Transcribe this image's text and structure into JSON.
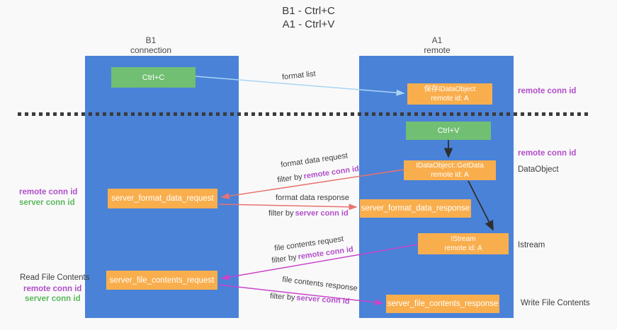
{
  "title": {
    "line1": "B1 - Ctrl+C",
    "line2": "A1 - Ctrl+V"
  },
  "lifelines": {
    "left": {
      "title": "B1",
      "subtitle": "connection"
    },
    "right": {
      "title": "A1",
      "subtitle": "remote"
    }
  },
  "boxes": {
    "ctrl_c": {
      "label": "Ctrl+C"
    },
    "ctrl_v": {
      "label": "Ctrl+V"
    },
    "save_dataobject": {
      "line1": "保存IDataObject",
      "line2": "remote id: A"
    },
    "getdata": {
      "line1": "IDataObject::GetData",
      "line2": "remote id: A"
    },
    "istream": {
      "line1": "IStream",
      "line2": "remote id: A"
    },
    "format_request": {
      "label": "server_format_data_request"
    },
    "format_response": {
      "label": "server_format_data_response"
    },
    "file_request": {
      "label": "server_file_contents_request"
    },
    "file_response": {
      "label": "server_file_contents_response"
    }
  },
  "labels": {
    "remote_conn_id": "remote conn id",
    "server_conn_id": "server conn id",
    "dataobject": "DataObject",
    "istream": "Istream",
    "read_file": "Read File Contents",
    "write_file": "Write File Contents"
  },
  "arrows": {
    "format_list": "format list",
    "format_data_request": "format data request",
    "format_data_response": "format data response",
    "file_contents_request": "file contents request",
    "file_contents_response": "file contents response",
    "filter_by": "filter by"
  },
  "colors": {
    "lifeline_blue": "#4a82d8",
    "box_orange": "#f9ae4d",
    "box_green": "#71bf72",
    "label_purple": "#b14fc8",
    "label_green": "#5cb85c",
    "arrow_salmon": "#e8736f",
    "arrow_magenta": "#c943c9",
    "arrow_lightblue": "#a9d4f2",
    "arrow_black": "#2f2f2f",
    "dash_line": "#3b3b3b",
    "background": "#f9f9fa"
  }
}
